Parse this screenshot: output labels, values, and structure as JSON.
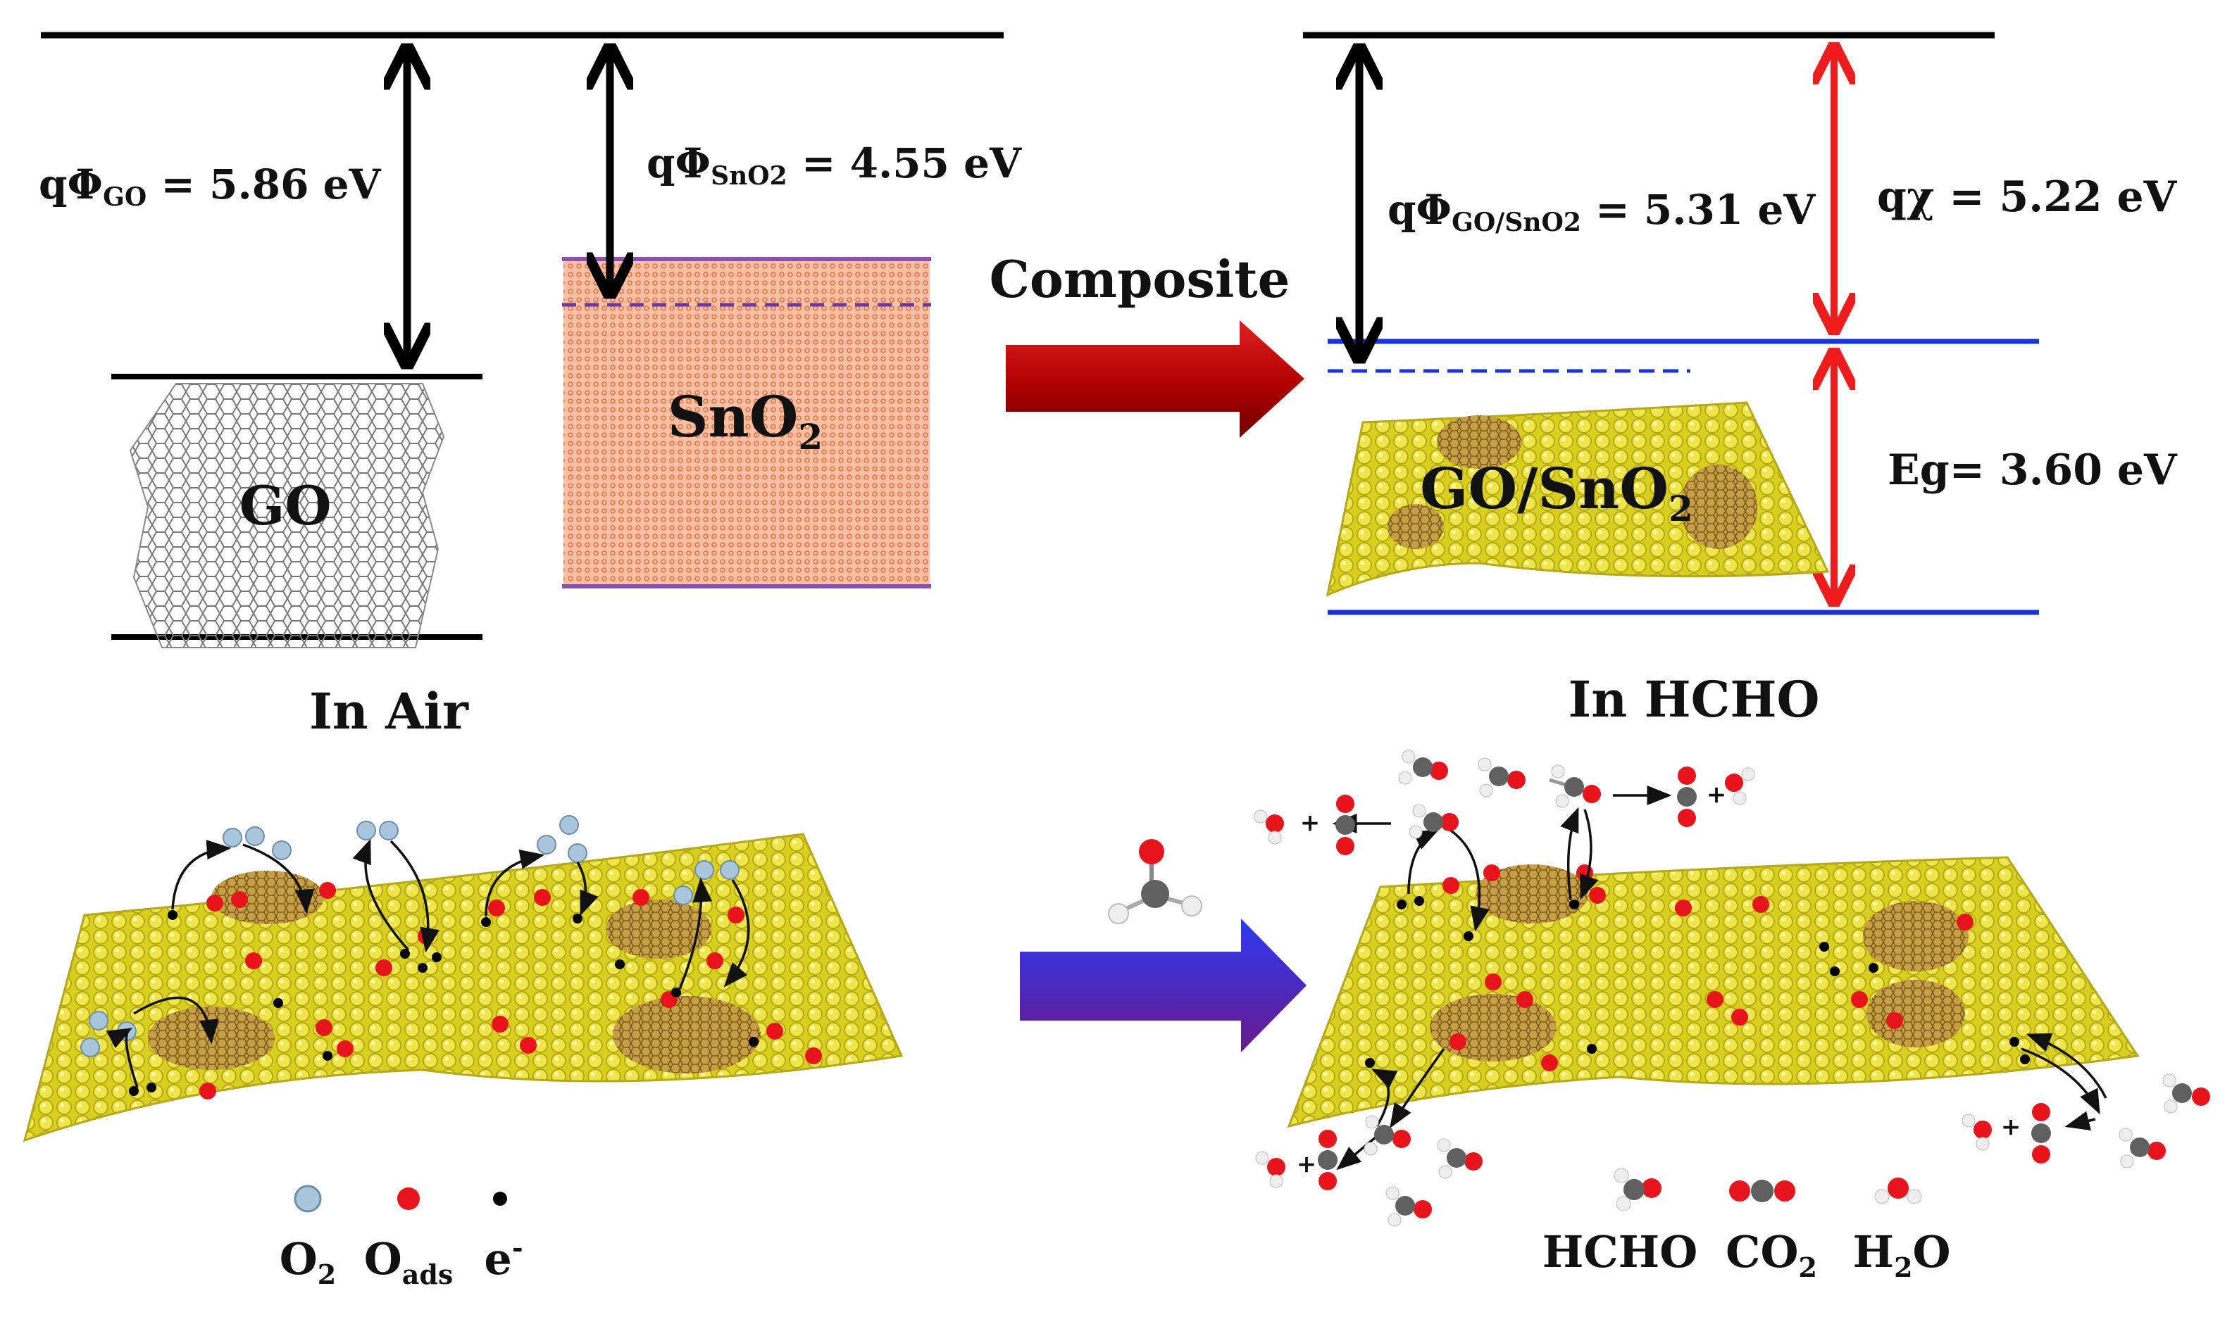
{
  "colors": {
    "level_line": "#000000",
    "sno2_fill": "#f6b89a",
    "sno2_border": "#8a4fb5",
    "sno2_dash": "#6a3aa0",
    "band_line": "#1533e0",
    "red_arrow": "#ee1c1c",
    "composite_arrow": "#b00000",
    "hcho_arrow_top": "#2a3af0",
    "hcho_arrow_bottom": "#6a1a8a",
    "sheet": "#e9e33c",
    "sheet_dot": "#b9a71a",
    "domain": "#b8943a",
    "o2": "#a9c6dc",
    "o_ads": "#e8141b",
    "electron": "#000000",
    "carbon": "#606060",
    "hydrogen": "#eeeeee"
  },
  "energy": {
    "go_label": "GO",
    "sno2_label": "SnO",
    "sno2_sub": "2",
    "phi_go": {
      "prefix": "qΦ",
      "sub": "GO",
      "value": " = 5.86 eV"
    },
    "phi_sno2": {
      "prefix": "qΦ",
      "sub": "SnO2",
      "value": " = 4.55 eV"
    },
    "composite_label": "Composite",
    "phi_composite": {
      "prefix": "qΦ",
      "sub": "GO/SnO2",
      "value": " = 5.31 eV"
    },
    "chi": {
      "prefix": "qχ",
      "value": " = 5.22 eV"
    },
    "eg": {
      "text": "Eg= 3.60 eV"
    },
    "composite_sheet_label": "GO/SnO",
    "composite_sheet_sub": "2"
  },
  "sensing": {
    "air_label": "In Air",
    "hcho_label": "In HCHO"
  },
  "legend_left": [
    {
      "key": "o2",
      "text": "O",
      "sub": "2"
    },
    {
      "key": "o_ads",
      "text": "O",
      "sub": "ads"
    },
    {
      "key": "electron",
      "text": "e",
      "sup": "-"
    }
  ],
  "legend_right": [
    {
      "key": "hcho",
      "text": "HCHO"
    },
    {
      "key": "co2",
      "text": "CO",
      "sub": "2"
    },
    {
      "key": "h2o",
      "text": "H",
      "sub": "2",
      "tail": "O"
    }
  ]
}
